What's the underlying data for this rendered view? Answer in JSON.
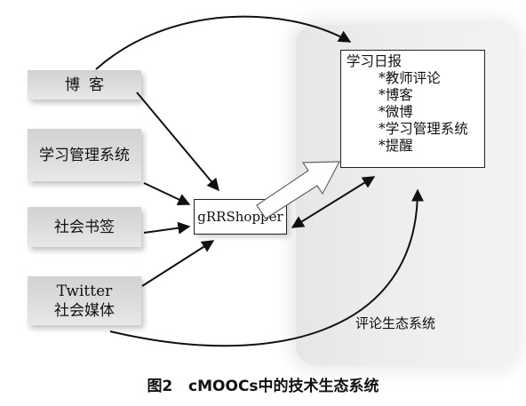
{
  "sources": {
    "blog": "博客",
    "lms": "学习管理系统",
    "bookmarks": "社会书签",
    "twitter_line1": "Twitter",
    "twitter_line2": "社会媒体"
  },
  "hub": "gRRShopper",
  "report": {
    "title": "学习日报",
    "items": [
      "*教师评论",
      "*博客",
      "*微博",
      "*学习管理系统",
      "*提醒"
    ]
  },
  "ecosystem_label": "评论生态系统",
  "caption": {
    "figure_no": "图2",
    "text": "cMOOCs中的技术生态系统"
  }
}
